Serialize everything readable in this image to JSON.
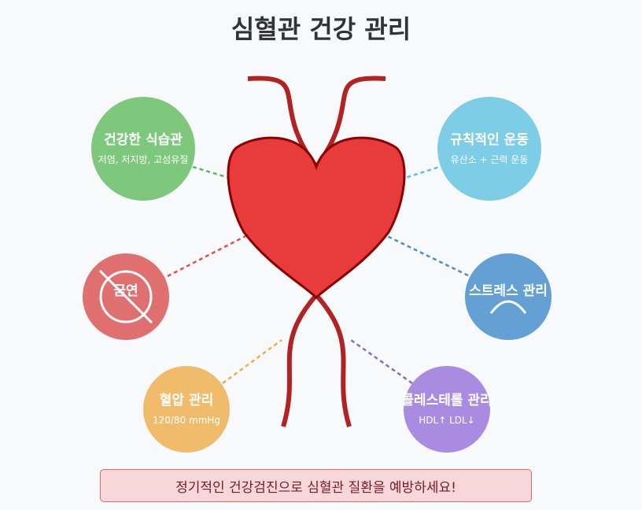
{
  "title": "심혈관 건강 관리",
  "nodes": {
    "diet": {
      "title": "건강한 식습관",
      "sub": "저염, 저지방, 고섬유질",
      "color": "#7ec87e",
      "line_color": "#5cb85c"
    },
    "exercise": {
      "title": "규칙적인 운동",
      "sub": "유산소 + 근력 운동",
      "color": "#7ecde6",
      "line_color": "#5bc0de"
    },
    "smoking": {
      "title": "금연",
      "color": "#e07070",
      "line_color": "#d9534f"
    },
    "stress": {
      "title": "스트레스 관리",
      "color": "#64a0d4",
      "line_color": "#4a8ec4"
    },
    "bp": {
      "title": "혈압 관리",
      "sub": "120/80 mmHg",
      "color": "#f0bc6c",
      "line_color": "#f0ad4e"
    },
    "cholesterol": {
      "title": "콜레스테롤 관리",
      "sub": "HDL↑ LDL↓",
      "color": "#a98be0",
      "line_color": "#8a6cc8"
    }
  },
  "banner": {
    "text": "정기적인 건강검진으로 심혈관 질환을 예방하세요!"
  },
  "colors": {
    "heart": "#e83c3c",
    "heart_outline": "#8b0000",
    "vessel": "#b22222"
  }
}
